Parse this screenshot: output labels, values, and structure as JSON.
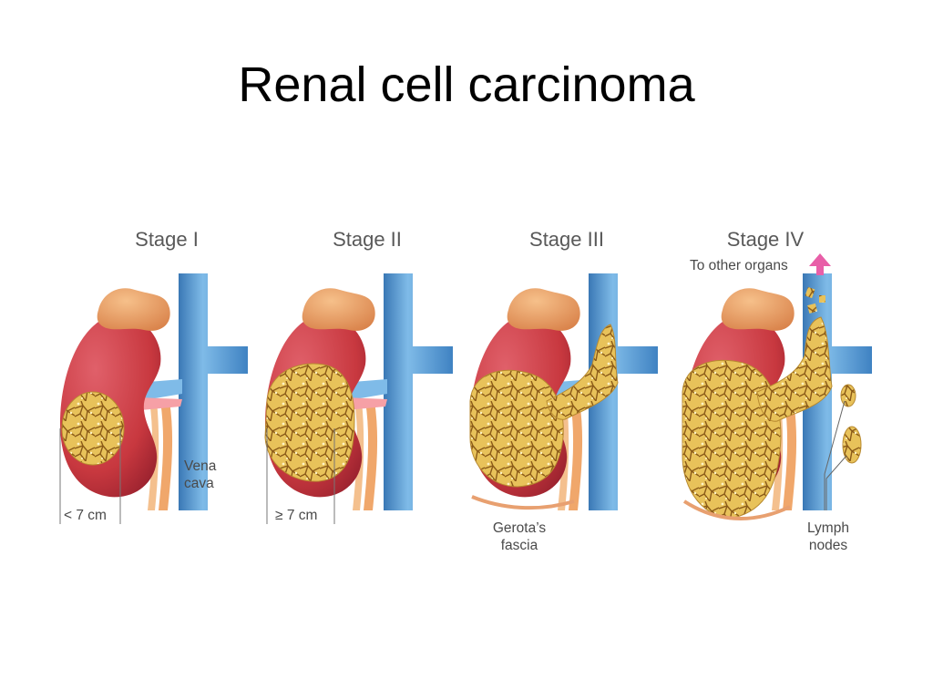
{
  "title": "Renal cell carcinoma",
  "stages": [
    {
      "label": "Stage I",
      "size_label": "< 7 cm",
      "vessel_label": "Vena\ncava"
    },
    {
      "label": "Stage II",
      "size_label": "≥ 7 cm"
    },
    {
      "label": "Stage III",
      "fascia_label": "Gerota’s\nfascia"
    },
    {
      "label": "Stage IV",
      "spread_label": "To other organs",
      "lymph_label": "Lymph\nnodes"
    }
  ],
  "colors": {
    "kidney": "#c8383f",
    "kidney_dark": "#9e2430",
    "adrenal": "#e79a5a",
    "vena_cava": "#5a9fd8",
    "vena_cava_dark": "#3a78b5",
    "tumor": "#e8c25a",
    "tumor_line": "#8a5a18",
    "ureter": "#f0a76b",
    "arrow": "#e85fa8"
  }
}
